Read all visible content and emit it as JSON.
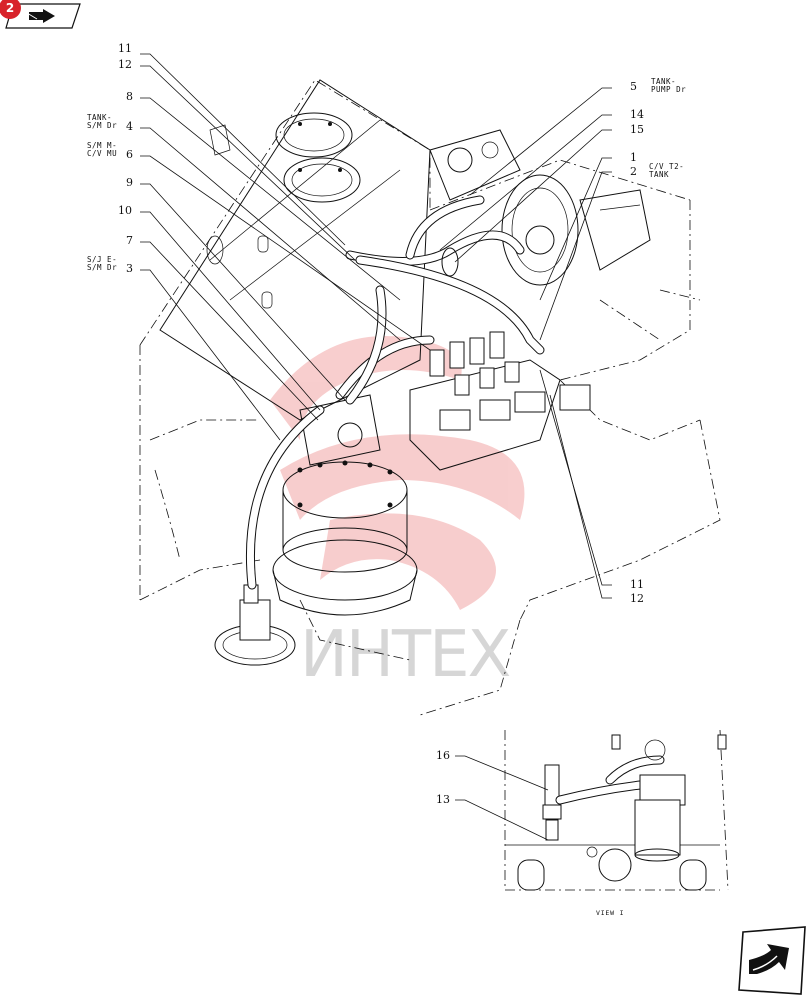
{
  "page_badge": "2",
  "nav": {
    "prev_icon": "back-arrow-icon",
    "next_icon": "forward-arrow-icon",
    "badge_color": "#d8232a"
  },
  "callouts": [
    {
      "id": "c11a",
      "text": "11"
    },
    {
      "id": "c12a",
      "text": "12"
    },
    {
      "id": "c8",
      "text": "8"
    },
    {
      "id": "c4",
      "text": "4"
    },
    {
      "id": "c6",
      "text": "6"
    },
    {
      "id": "c9",
      "text": "9"
    },
    {
      "id": "c10",
      "text": "10"
    },
    {
      "id": "c7",
      "text": "7"
    },
    {
      "id": "c3",
      "text": "3"
    },
    {
      "id": "c5",
      "text": "5"
    },
    {
      "id": "c14",
      "text": "14"
    },
    {
      "id": "c15",
      "text": "15"
    },
    {
      "id": "c1",
      "text": "1"
    },
    {
      "id": "c2",
      "text": "2"
    },
    {
      "id": "c11b",
      "text": "11"
    },
    {
      "id": "c12b",
      "text": "12"
    },
    {
      "id": "c16",
      "text": "16"
    },
    {
      "id": "c13",
      "text": "13"
    }
  ],
  "tags": {
    "tank_sm_dr": [
      "TANK-",
      "S/M Dr"
    ],
    "sm_m_cv_mu": [
      "S/M M-",
      "C/V MU"
    ],
    "sj_e_sm_dr": [
      "S/J E-",
      "S/M Dr"
    ],
    "tank_pump_dr": [
      "TANK-",
      "PUMP Dr"
    ],
    "cv_t2_tank": [
      "C/V T2-",
      "TANK"
    ]
  },
  "view_label": "VIEW I",
  "watermark": {
    "text": "ИНТЕХ",
    "logo_color": "#f2a6a6",
    "text_color": "#c9c9c9"
  }
}
